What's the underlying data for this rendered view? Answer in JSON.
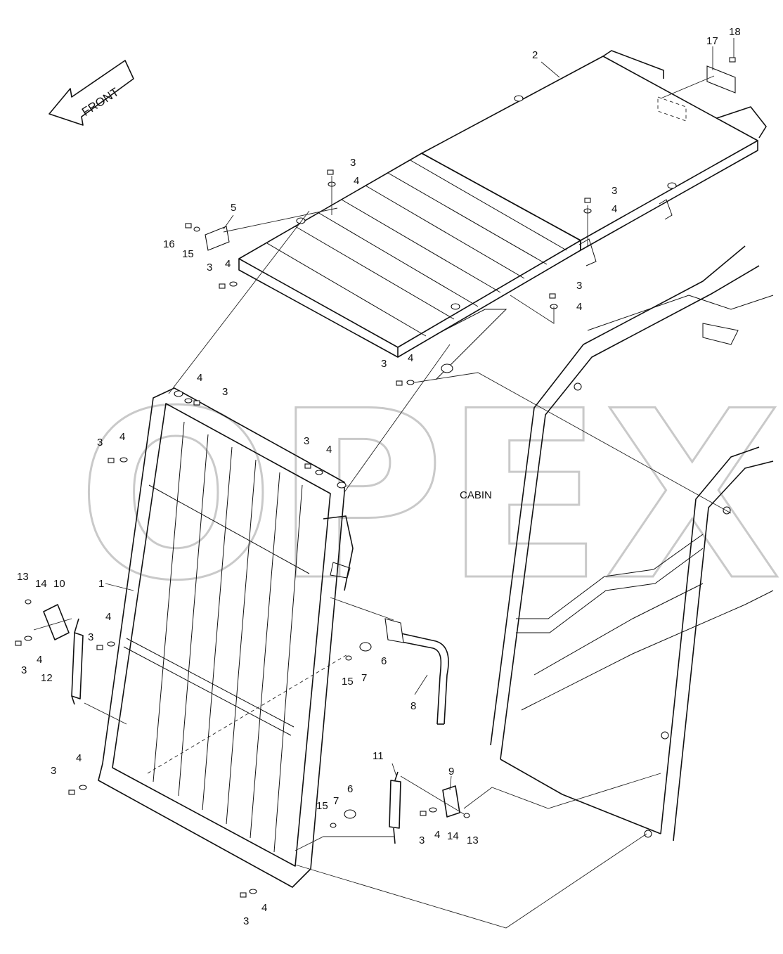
{
  "diagram": {
    "front_label": "FRONT",
    "cabin_label": "CABIN",
    "watermark": "OPEX",
    "callouts": [
      {
        "id": "c18",
        "text": "18"
      },
      {
        "id": "c17",
        "text": "17"
      },
      {
        "id": "c2",
        "text": "2"
      },
      {
        "id": "c3a",
        "text": "3"
      },
      {
        "id": "c4a",
        "text": "4"
      },
      {
        "id": "c5",
        "text": "5"
      },
      {
        "id": "c16",
        "text": "16"
      },
      {
        "id": "c15a",
        "text": "15"
      },
      {
        "id": "c3b",
        "text": "3"
      },
      {
        "id": "c4b",
        "text": "4"
      },
      {
        "id": "c3c",
        "text": "3"
      },
      {
        "id": "c4c",
        "text": "4"
      },
      {
        "id": "c3d",
        "text": "3"
      },
      {
        "id": "c4d",
        "text": "4"
      },
      {
        "id": "c3e",
        "text": "3"
      },
      {
        "id": "c4e",
        "text": "4"
      },
      {
        "id": "c4f",
        "text": "4"
      },
      {
        "id": "c3f",
        "text": "3"
      },
      {
        "id": "c3g",
        "text": "3"
      },
      {
        "id": "c4g",
        "text": "4"
      },
      {
        "id": "c3h",
        "text": "3"
      },
      {
        "id": "c4h",
        "text": "4"
      },
      {
        "id": "c1",
        "text": "1"
      },
      {
        "id": "c13a",
        "text": "13"
      },
      {
        "id": "c14a",
        "text": "14"
      },
      {
        "id": "c10",
        "text": "10"
      },
      {
        "id": "c3i",
        "text": "3"
      },
      {
        "id": "c4i",
        "text": "4"
      },
      {
        "id": "c3j",
        "text": "3"
      },
      {
        "id": "c4j",
        "text": "4"
      },
      {
        "id": "c12",
        "text": "12"
      },
      {
        "id": "c6a",
        "text": "6"
      },
      {
        "id": "c7a",
        "text": "7"
      },
      {
        "id": "c15b",
        "text": "15"
      },
      {
        "id": "c8",
        "text": "8"
      },
      {
        "id": "c11",
        "text": "11"
      },
      {
        "id": "c9",
        "text": "9"
      },
      {
        "id": "c3k",
        "text": "3"
      },
      {
        "id": "c4k",
        "text": "4"
      },
      {
        "id": "c14b",
        "text": "14"
      },
      {
        "id": "c13b",
        "text": "13"
      },
      {
        "id": "c15c",
        "text": "15"
      },
      {
        "id": "c7b",
        "text": "7"
      },
      {
        "id": "c6b",
        "text": "6"
      },
      {
        "id": "c3l",
        "text": "3"
      },
      {
        "id": "c4l",
        "text": "4"
      },
      {
        "id": "c3m",
        "text": "3"
      },
      {
        "id": "c4m",
        "text": "4"
      }
    ]
  }
}
